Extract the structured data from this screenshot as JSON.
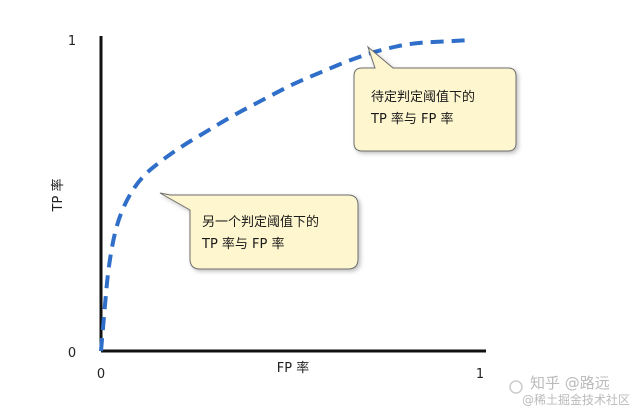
{
  "chart_data": {
    "type": "line",
    "xlabel": "FP 率",
    "ylabel": "TP 率",
    "xlim": [
      0,
      1
    ],
    "ylim": [
      0,
      1
    ],
    "x_ticks": [
      "0",
      "1"
    ],
    "y_ticks": [
      "0",
      "1"
    ],
    "grid": false,
    "series": [
      {
        "style": "dashed",
        "color": "#2f6ec9",
        "x": [
          0.0,
          0.01,
          0.02,
          0.04,
          0.07,
          0.11,
          0.16,
          0.22,
          0.29,
          0.36,
          0.44,
          0.52,
          0.6,
          0.68,
          0.76,
          0.84,
          0.92,
          1.0
        ],
        "y": [
          0.0,
          0.14,
          0.27,
          0.4,
          0.49,
          0.56,
          0.61,
          0.66,
          0.71,
          0.76,
          0.81,
          0.86,
          0.9,
          0.94,
          0.97,
          0.99,
          0.995,
          1.0
        ]
      }
    ],
    "annotations": [
      {
        "lines": [
          "待定判定阈值下的",
          "TP 率与 FP 率"
        ],
        "point": {
          "x": 0.69,
          "y": 0.96
        }
      },
      {
        "lines": [
          "另一个判定阈值下的",
          "TP 率与 FP 率"
        ],
        "point": {
          "x": 0.12,
          "y": 0.49
        }
      }
    ],
    "colors": {
      "axis": "#111111",
      "line": "#2f6ec9",
      "callout_fill": "#fef6cf",
      "callout_stroke": "#6e6e6e"
    }
  },
  "watermark": {
    "main": "知乎 @路远",
    "sub": "@稀土掘金技术社区"
  }
}
